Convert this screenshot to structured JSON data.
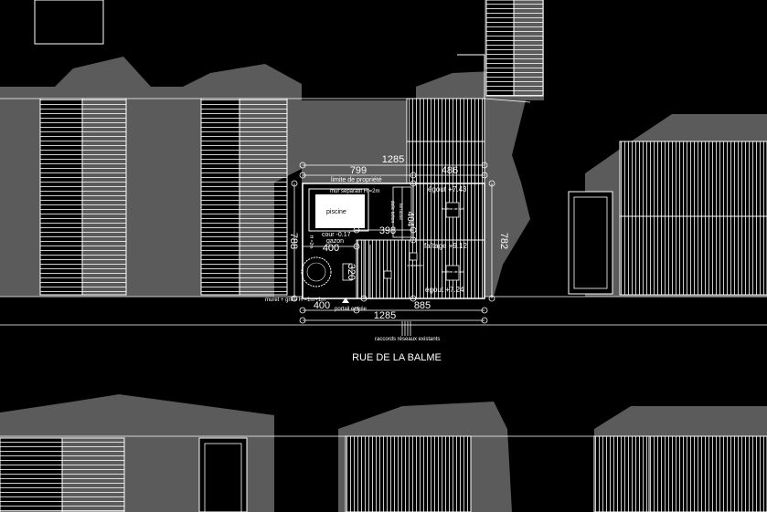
{
  "street": {
    "name": "RUE DE LA BALME"
  },
  "dimensions": {
    "total_width_top": "1285",
    "total_width_bottom": "1285",
    "left_part": "799",
    "right_part": "486",
    "depth_left": "788",
    "depth_right": "782",
    "front_left": "400",
    "front_right": "885",
    "inner_400": "400",
    "inner_398": "398",
    "inner_320": "320",
    "inner_404": "404"
  },
  "labels": {
    "property_limit": "limite de propriété",
    "wall_separation": "mur séparatif  H =2m",
    "pool": "piscine",
    "courtyard": "cour -0.17",
    "lawn": "gazon",
    "wall_h": "H =2m",
    "low_wall": "muret + grille   H =1m+1m",
    "entrance_portal": "portail entrée",
    "network_connections": "raccords réseaux existants",
    "gutter_top": "égout +7.43",
    "ridge": "faîtage +9.12",
    "gutter_bottom": "égout +7.24",
    "skylight": "fenêtre de toit",
    "chimney": "cheminée",
    "terrace": "terrasse",
    "slab": "dalle béton"
  },
  "colors": {
    "background": "#000000",
    "building": "#5b5b5b",
    "lines": "#ffffff"
  }
}
